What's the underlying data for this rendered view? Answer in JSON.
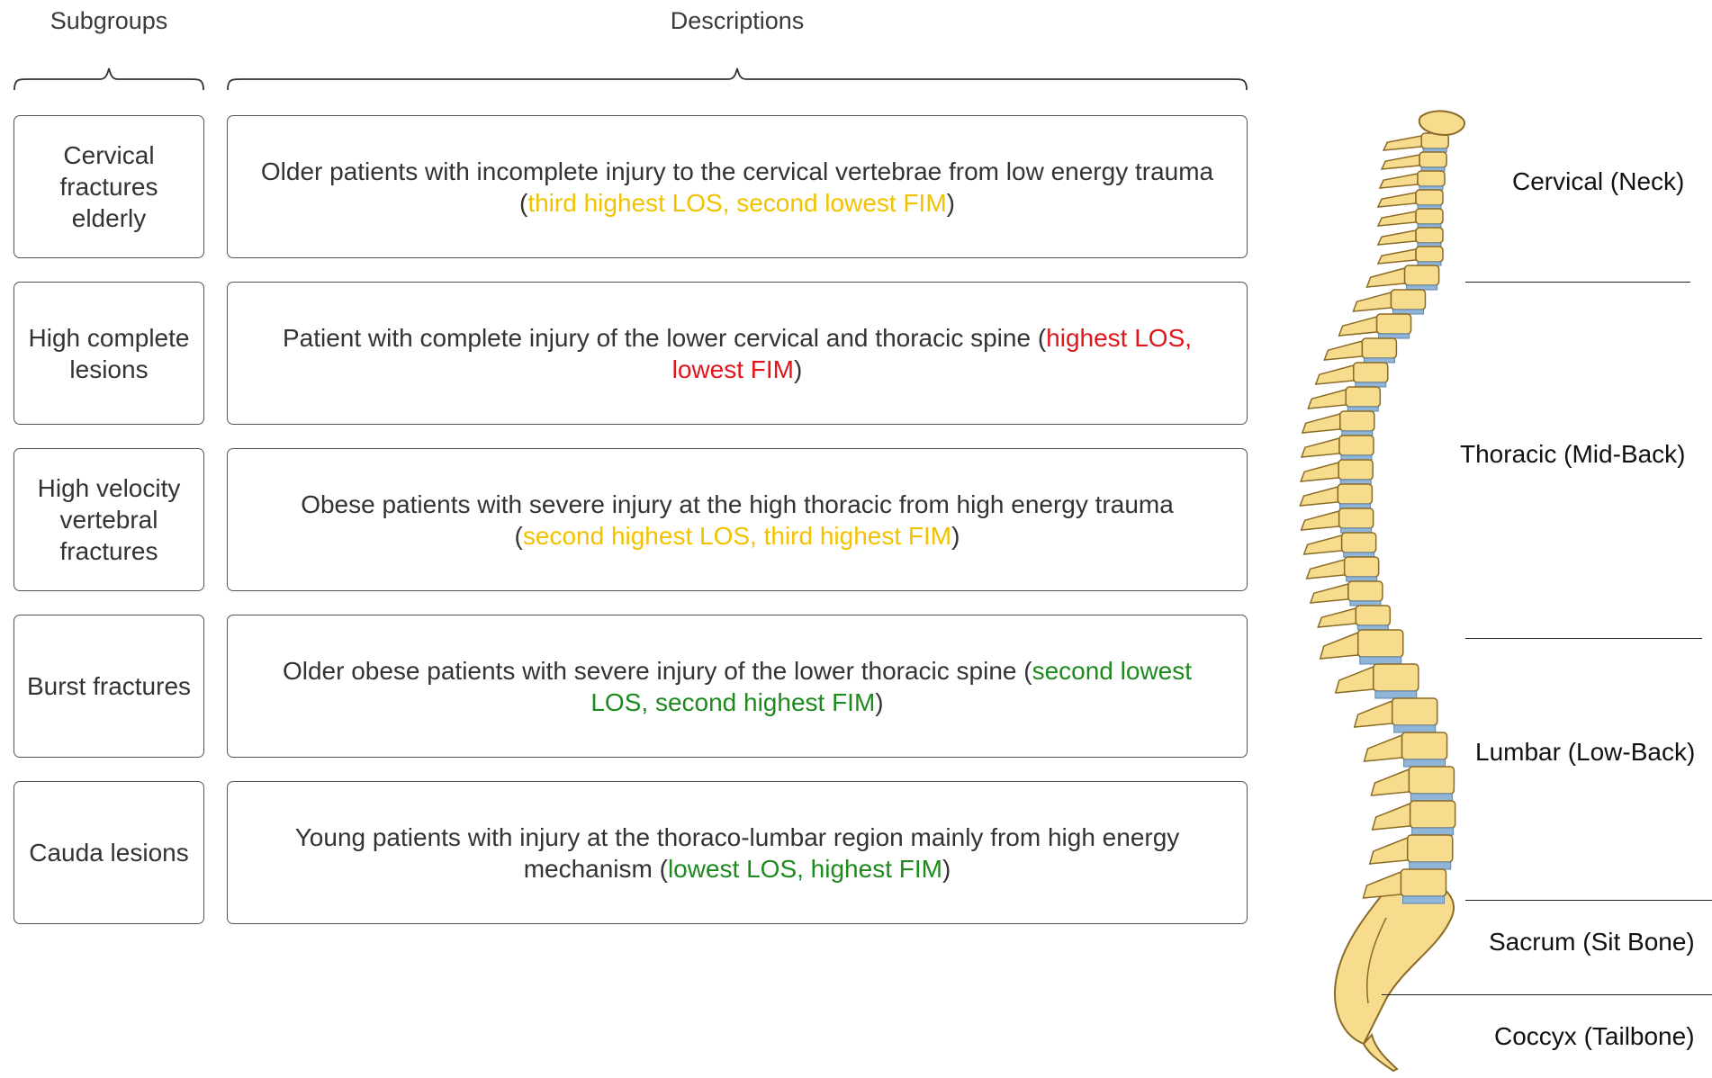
{
  "headers": {
    "subgroups": "Subgroups",
    "descriptions": "Descriptions"
  },
  "colors": {
    "yellow": "#f2c200",
    "red": "#e0161c",
    "green": "#1e8a1e",
    "bone": "#f7dc8e",
    "bone_outline": "#8a6a26",
    "disc": "#8fb6d9"
  },
  "rows": [
    {
      "subgroup": "Cervical fractures elderly",
      "text": "Older patients with incomplete injury to the cervical vertebrae from low energy trauma (",
      "highlight": "third highest LOS, second lowest FIM",
      "color": "yellow",
      "tail": ")"
    },
    {
      "subgroup": "High complete lesions",
      "text": "Patient with complete injury of the lower cervical and thoracic spine (",
      "highlight": "highest LOS, lowest FIM",
      "color": "red",
      "tail": ")"
    },
    {
      "subgroup": "High velocity vertebral fractures",
      "text": "Obese patients with severe injury at the high thoracic from high energy trauma (",
      "highlight": "second highest LOS, third highest FIM",
      "color": "yellow",
      "tail": ")"
    },
    {
      "subgroup": "Burst fractures",
      "text": "Older obese patients with severe injury of the lower thoracic spine (",
      "highlight": "second lowest LOS, second highest FIM",
      "color": "green",
      "tail": ")"
    },
    {
      "subgroup": "Cauda lesions",
      "text": "Young patients with injury at the thoraco-lumbar region mainly from high energy mechanism (",
      "highlight": "lowest LOS, highest FIM",
      "color": "green",
      "tail": ")"
    }
  ],
  "spine_regions": [
    "Cervical (Neck)",
    "Thoracic (Mid-Back)",
    "Lumbar (Low-Back)",
    "Sacrum (Sit Bone)",
    "Coccyx (Tailbone)"
  ]
}
